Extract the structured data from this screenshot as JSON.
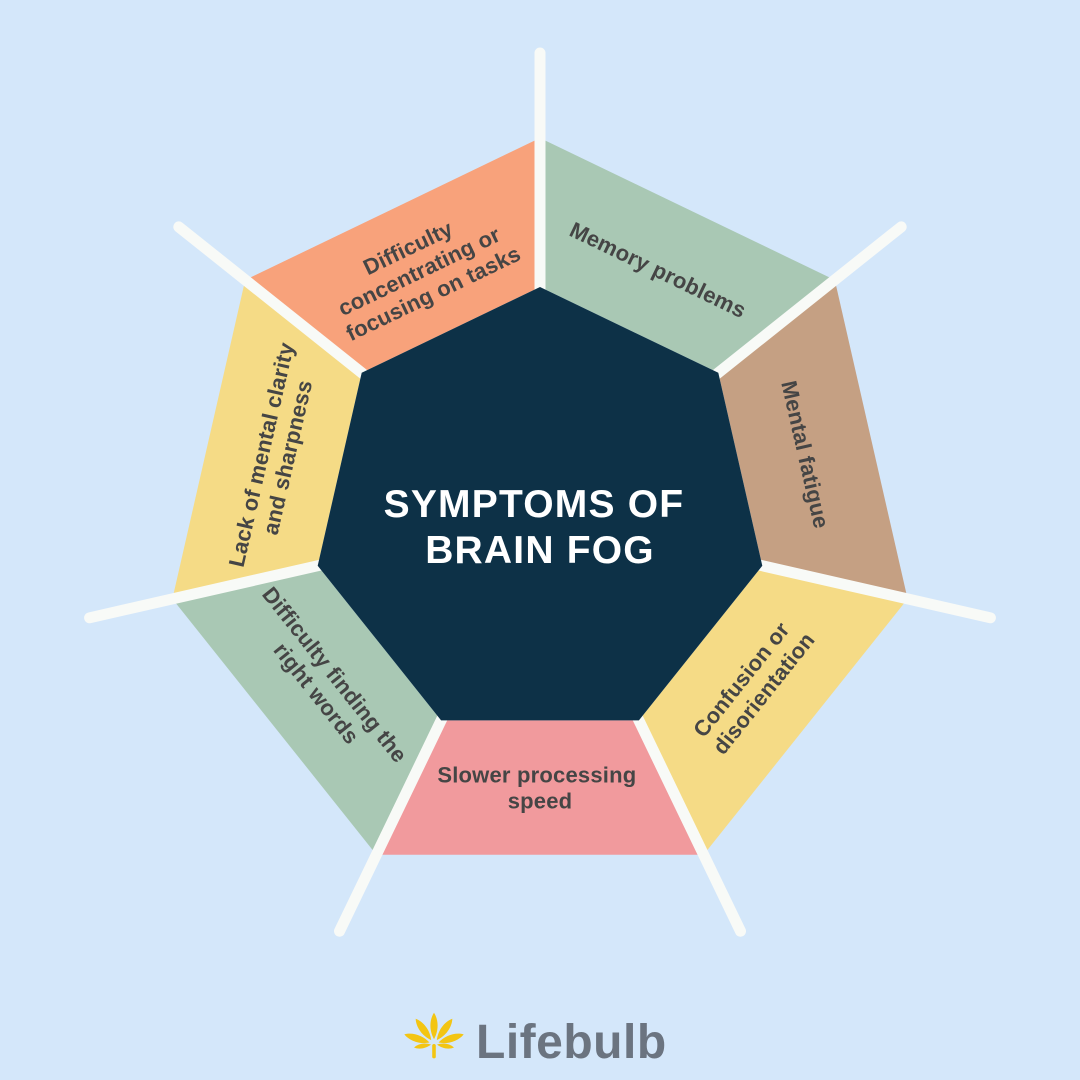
{
  "page": {
    "background": "#d4e7fa"
  },
  "diagram": {
    "center_title_lines": [
      "SYMPTOMS OF",
      "BRAIN FOG"
    ],
    "center_color": "#0d3147",
    "center_text_color": "#ffffff",
    "separator_color": "#f8faf7",
    "label_color": "#454545",
    "segments": [
      {
        "id": "difficulty-concentrating",
        "label": "Difficulty concentrating or focusing on tasks",
        "lines": [
          "Difficulty",
          "concentrating or",
          "focusing on tasks"
        ],
        "color": "#f8a27b"
      },
      {
        "id": "memory-problems",
        "label": "Memory problems",
        "lines": [
          "Memory problems"
        ],
        "color": "#a9c8b4"
      },
      {
        "id": "mental-fatigue",
        "label": "Mental fatigue",
        "lines": [
          "Mental fatigue"
        ],
        "color": "#c5a083"
      },
      {
        "id": "confusion-disorientation",
        "label": "Confusion or disorientation",
        "lines": [
          "Confusion or",
          "disorientation"
        ],
        "color": "#f5db86"
      },
      {
        "id": "slower-processing",
        "label": "Slower processing speed",
        "lines": [
          "Slower processing",
          "speed"
        ],
        "color": "#f19a9d"
      },
      {
        "id": "difficulty-finding-words",
        "label": "Difficulty finding the right words",
        "lines": [
          "Difficulty finding the",
          "right words"
        ],
        "color": "#a9c8b4"
      },
      {
        "id": "lack-mental-clarity",
        "label": "Lack of mental clarity and sharpness",
        "lines": [
          "Lack of mental clarity",
          "and sharpness"
        ],
        "color": "#f5db86"
      }
    ]
  },
  "footer": {
    "brand": "Lifebulb",
    "brand_color": "#6b7480",
    "icon_color": "#f3c513"
  }
}
